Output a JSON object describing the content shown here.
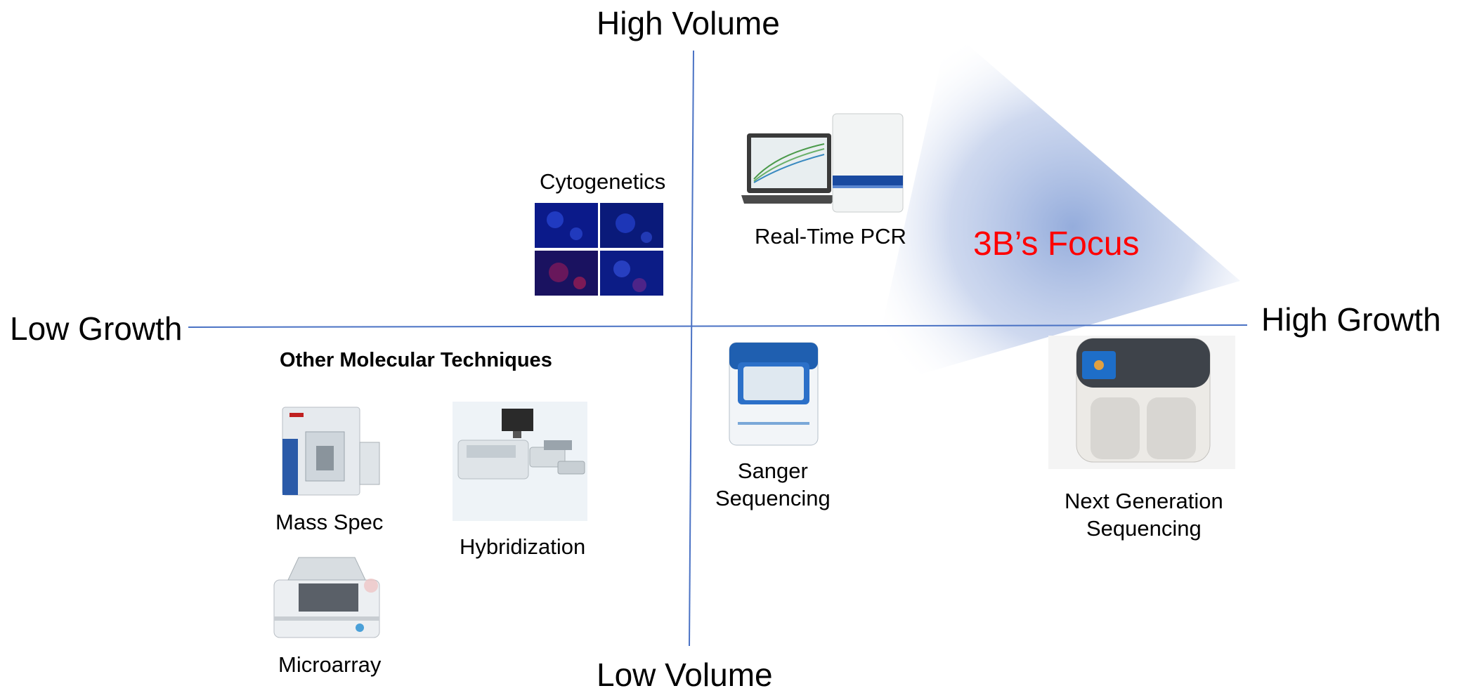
{
  "axes": {
    "top": "High Volume",
    "bottom": "Low Volume",
    "left": "Low Growth",
    "right": "High Growth"
  },
  "focus": {
    "label": "3B’s Focus",
    "color": "#ff0000"
  },
  "items": {
    "cytogenetics": "Cytogenetics",
    "real_time_pcr": "Real-Time PCR",
    "other_heading": "Other Molecular Techniques",
    "mass_spec": "Mass Spec",
    "hybridization": "Hybridization",
    "microarray": "Microarray",
    "sanger_line1": "Sanger",
    "sanger_line2": "Sequencing",
    "ngs_line1": "Next Generation",
    "ngs_line2": "Sequencing"
  },
  "colors": {
    "axis_line": "#4a72c4",
    "focus_gradient": "#8fa8da"
  }
}
